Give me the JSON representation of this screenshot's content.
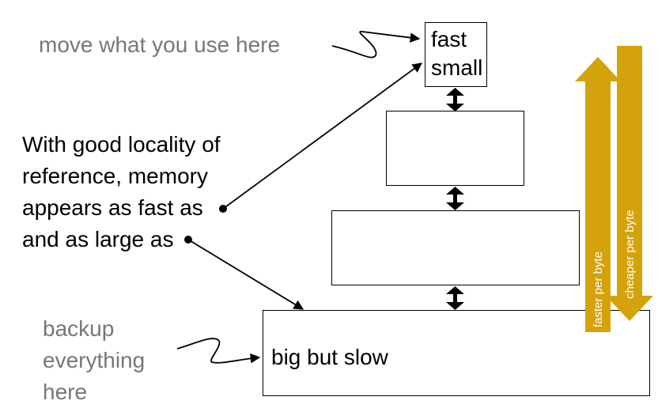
{
  "top_note": "move what you use here",
  "locality_text": [
    "With good locality of",
    "reference, memory",
    "appears as fast as",
    "and as large as"
  ],
  "bottom_note": [
    "backup",
    "everything",
    "here"
  ],
  "levels": {
    "top": [
      "fast",
      "small"
    ],
    "bottom": "big but slow"
  },
  "side_arrows": {
    "up_label": "faster per byte",
    "down_label": "cheaper per byte",
    "color": "#d4a20a"
  }
}
